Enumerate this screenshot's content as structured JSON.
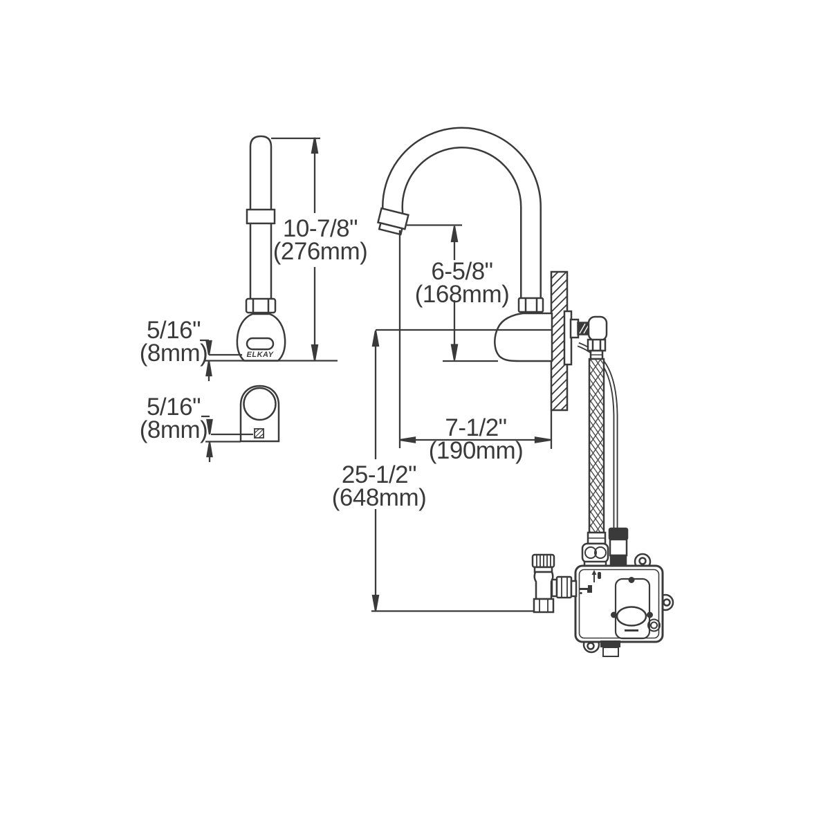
{
  "brand": {
    "logo": "ELKAY"
  },
  "dims": {
    "faucet_height": {
      "imperial": "10-7/8\"",
      "metric": "(276mm)"
    },
    "trim_side": {
      "imperial": "5/16\"",
      "metric": "(8mm)"
    },
    "trim_front": {
      "imperial": "5/16\"",
      "metric": "(8mm)"
    },
    "outlet_height": {
      "imperial": "6-5/8\"",
      "metric": "(168mm)"
    },
    "spout_reach": {
      "imperial": "7-1/2\"",
      "metric": "(190mm)"
    },
    "supply_drop": {
      "imperial": "25-1/2\"",
      "metric": "(648mm)"
    }
  },
  "icons": {
    "logo_badge": "elkay-shield-icon",
    "control_box_flow": "arrow-up-icon",
    "control_box_outlet": "faucet-icon"
  },
  "colors": {
    "line": "#3a3a3a",
    "bg": "#ffffff"
  }
}
